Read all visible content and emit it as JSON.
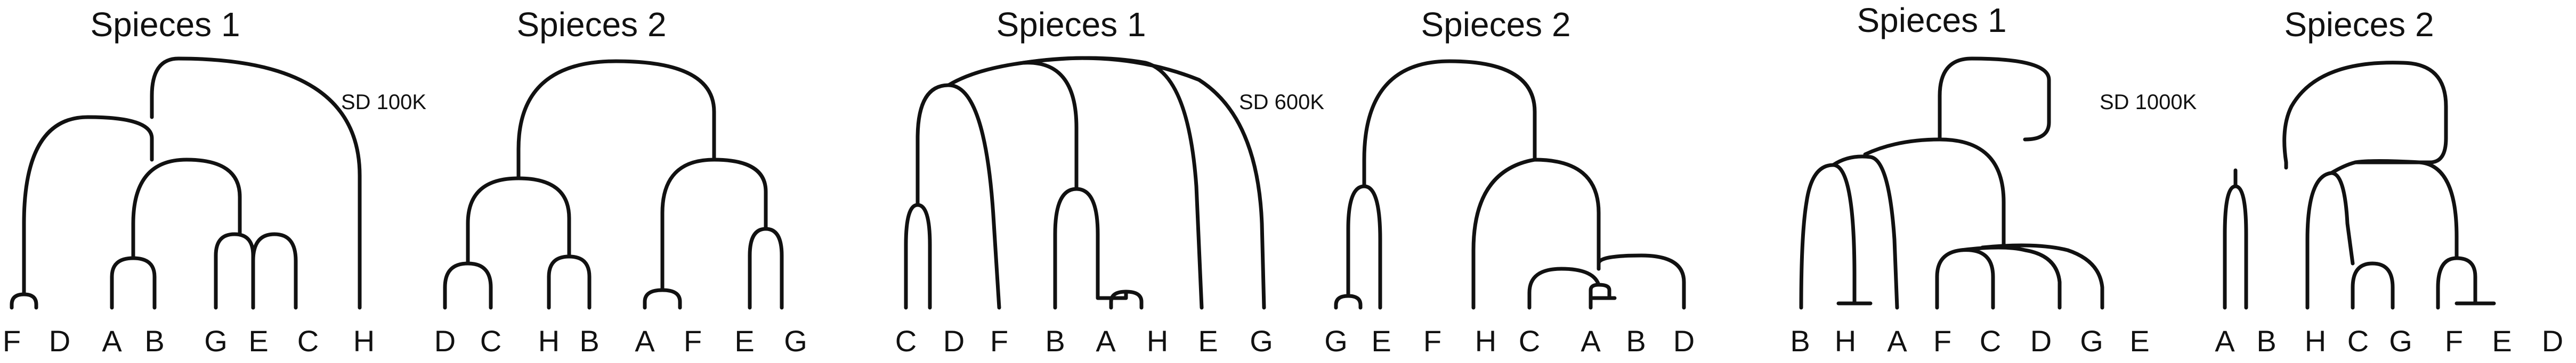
{
  "panels": [
    {
      "sd_label": "SD 100K",
      "species": [
        {
          "title": "Spieces 1",
          "leaves": [
            "F",
            "D",
            "A",
            "B",
            "G",
            "E",
            "C",
            "H"
          ]
        },
        {
          "title": "Spieces 2",
          "leaves": [
            "D",
            "C",
            "H",
            "B",
            "A",
            "F",
            "E",
            "G"
          ]
        }
      ]
    },
    {
      "sd_label": "SD 600K",
      "species": [
        {
          "title": "Spieces 1",
          "leaves": [
            "C",
            "D",
            "F",
            "B",
            "A",
            "H",
            "E",
            "G"
          ]
        },
        {
          "title": "Spieces 2",
          "leaves": [
            "G",
            "E",
            "F",
            "H",
            "C",
            "A",
            "B",
            "D"
          ]
        }
      ]
    },
    {
      "sd_label": "SD 1000K",
      "species": [
        {
          "title": "Spieces 1",
          "leaves": [
            "B",
            "H",
            "A",
            "F",
            "C",
            "D",
            "G",
            "E"
          ]
        },
        {
          "title": "Spieces 2",
          "leaves": [
            "A",
            "B",
            "H",
            "C",
            "G",
            "F",
            "E",
            "D"
          ]
        }
      ]
    }
  ]
}
